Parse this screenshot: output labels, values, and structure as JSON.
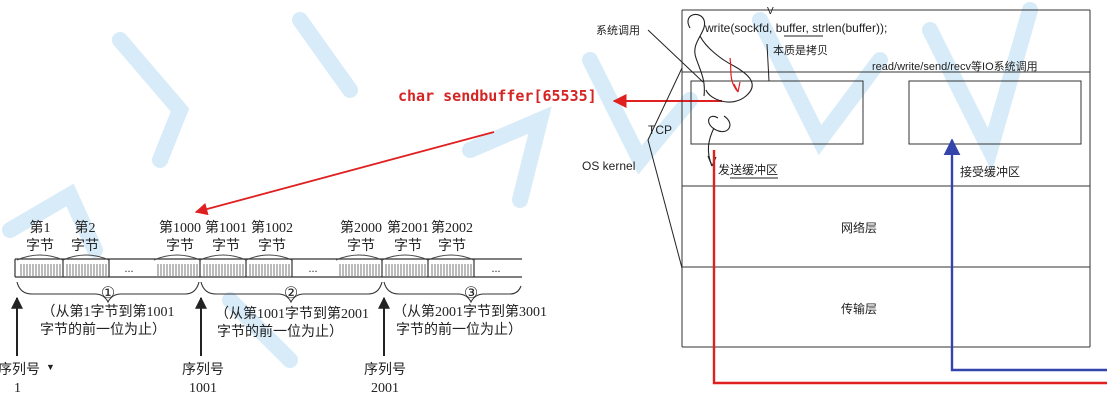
{
  "left_diagram": {
    "byte_labels": [
      {
        "line1": "第1",
        "line2": "字节"
      },
      {
        "line1": "第2",
        "line2": "字节"
      },
      {
        "line1": "第1000",
        "line2": "字节"
      },
      {
        "line1": "第1001",
        "line2": "字节"
      },
      {
        "line1": "第1002",
        "line2": "字节"
      },
      {
        "line1": "第2000",
        "line2": "字节"
      },
      {
        "line1": "第2001",
        "line2": "字节"
      },
      {
        "line1": "第2002",
        "line2": "字节"
      }
    ],
    "ellipsis": "...",
    "segments": [
      {
        "num": "①",
        "line1": "（从第1字节到第1001",
        "line2": "字节的前一位为止）"
      },
      {
        "num": "②",
        "line1": "（从第1001字节到第2001",
        "line2": "字节的前一位为止）"
      },
      {
        "num": "③",
        "line1": "（从第2001字节到第3001",
        "line2": "字节的前一位为止）"
      }
    ],
    "seq_label": "序列号",
    "seq_numbers": [
      "1",
      "1001",
      "2001"
    ],
    "seq_marker": "▼"
  },
  "center": {
    "sendbuffer_label": "char sendbuffer[65535]"
  },
  "right_diagram": {
    "syscall_label": "系统调用",
    "code_parts": {
      "prefix": "write(sockfd, ",
      "buffer": "buffer",
      "suffix": ", strlen(buffer));"
    },
    "copy_note": "本质是拷贝",
    "io_label": "read/write/send/recv等IO系统调用",
    "tcp_label": "TCP",
    "os_kernel_label": "OS kernel",
    "send_buffer_label": "发送缓冲区",
    "recv_buffer_label": "接受缓冲区",
    "network_layer_label": "网络层",
    "transport_layer_label": "传输层",
    "top_mark": "V"
  },
  "colors": {
    "arrow_red": "#e02020",
    "text_red": "#d42424",
    "line_blue": "#3344aa",
    "ink": "#222222",
    "watermark": "#cfe6f6"
  }
}
